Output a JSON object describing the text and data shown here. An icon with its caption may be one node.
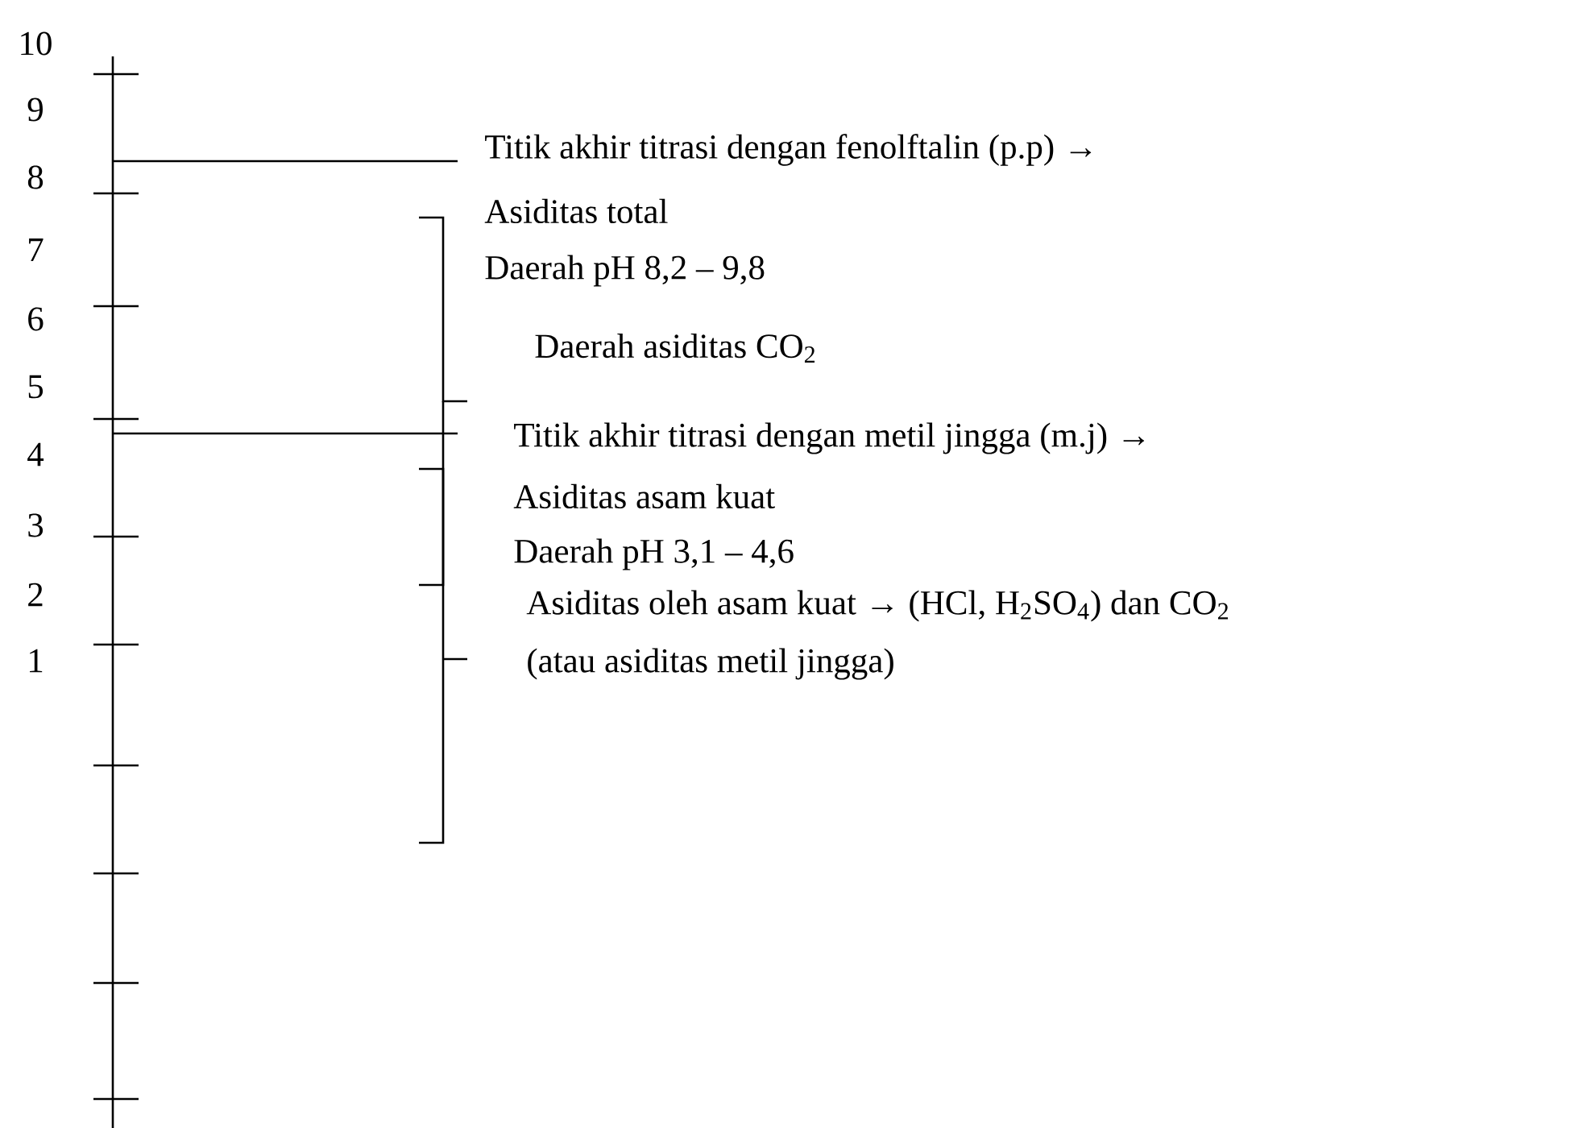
{
  "diagram": {
    "labels": [
      "10",
      "9",
      "8",
      "7",
      "6",
      "5",
      "4",
      "3",
      "2",
      "1",
      "Titik akhir titrasi dengan fenolftalin (p.p) →",
      "Asiditas total",
      "Daerah pH 8,2 – 9,8",
      "Daerah asiditas CO$_{2}$",
      "Titik akhir titrasi dengan metil jingga (m.j) →",
      "Asiditas asam kuat",
      "Daerah pH 3,1 – 4,6",
      "Asiditas oleh asam kuat → (HCl, H$_{2}$SO$_{4}$) dan CO$_{2}$",
      "(atau asiditas metil jingga)"
    ]
  }
}
